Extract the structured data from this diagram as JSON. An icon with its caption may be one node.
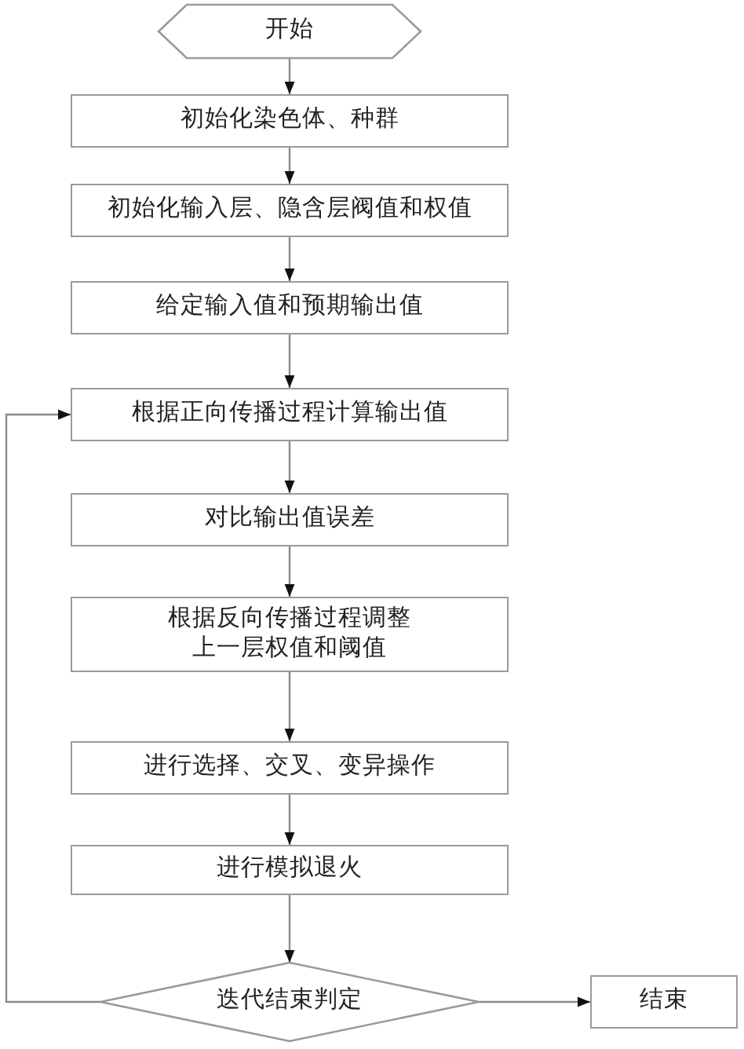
{
  "diagram": {
    "nodes": [
      {
        "text": [
          "开始"
        ]
      },
      {
        "text": [
          "初始化染色体、种群"
        ]
      },
      {
        "text": [
          "初始化输入层、隐含层阀值和权值"
        ]
      },
      {
        "text": [
          "给定输入值和预期输出值"
        ]
      },
      {
        "text": [
          "根据正向传播过程计算输出值"
        ]
      },
      {
        "text": [
          "对比输出值误差"
        ]
      },
      {
        "text": [
          "根据反向传播过程调整上一层权值和阈值"
        ]
      },
      {
        "text": [
          "进行选择、交叉、变异操作"
        ]
      },
      {
        "text": [
          "进行模拟退火"
        ]
      },
      {
        "text": [
          "迭代结束判定"
        ]
      },
      {
        "text": [
          "结束"
        ]
      }
    ],
    "edges": [
      {
        "from": 0,
        "to": 1,
        "arrow": "to"
      },
      {
        "from": 1,
        "to": 2,
        "arrow": "to"
      },
      {
        "from": 2,
        "to": 3,
        "arrow": "to"
      },
      {
        "from": 3,
        "to": 4,
        "arrow": "to"
      },
      {
        "from": 4,
        "to": 5,
        "arrow": "to"
      },
      {
        "from": 5,
        "to": 6,
        "arrow": "to"
      },
      {
        "from": 6,
        "to": 7,
        "arrow": "to"
      },
      {
        "from": 7,
        "to": 8,
        "arrow": "to"
      },
      {
        "from": 8,
        "to": 9,
        "arrow": "to"
      },
      {
        "from": 9,
        "to": 10,
        "arrow": "to"
      },
      {
        "from": 9,
        "to": 4,
        "arrow": "to"
      }
    ]
  }
}
